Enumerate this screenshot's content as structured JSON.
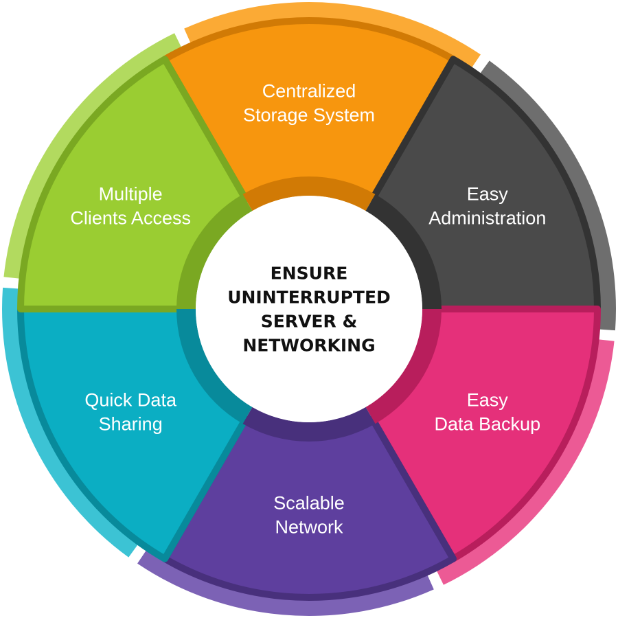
{
  "center": {
    "lines": [
      "ENSURE",
      "UNINTERRUPTED",
      "SERVER &",
      "NETWORKING"
    ]
  },
  "segments": [
    {
      "id": "centralized-storage-system",
      "lines": [
        "Centralized",
        "Storage System"
      ],
      "color": "#F7960E",
      "shade": "#D17A05",
      "tab": "#FBAA35"
    },
    {
      "id": "easy-administration",
      "lines": [
        "Easy",
        "Administration"
      ],
      "color": "#4A4A4A",
      "shade": "#333333",
      "tab": "#6E6E6E"
    },
    {
      "id": "easy-data-backup",
      "lines": [
        "Easy",
        "Data Backup"
      ],
      "color": "#E5307A",
      "shade": "#B81E5C",
      "tab": "#EC5A95"
    },
    {
      "id": "scalable-network",
      "lines": [
        "Scalable",
        "Network"
      ],
      "color": "#5E3F9E",
      "shade": "#48307C",
      "tab": "#7C62B5"
    },
    {
      "id": "quick-data-sharing",
      "lines": [
        "Quick Data",
        "Sharing"
      ],
      "color": "#0BAEC3",
      "shade": "#088A9B",
      "tab": "#3CC3D4"
    },
    {
      "id": "multiple-clients-access",
      "lines": [
        "Multiple",
        "Clients Access"
      ],
      "color": "#9ACD32",
      "shade": "#7AA822",
      "tab": "#B2DA5F"
    }
  ]
}
